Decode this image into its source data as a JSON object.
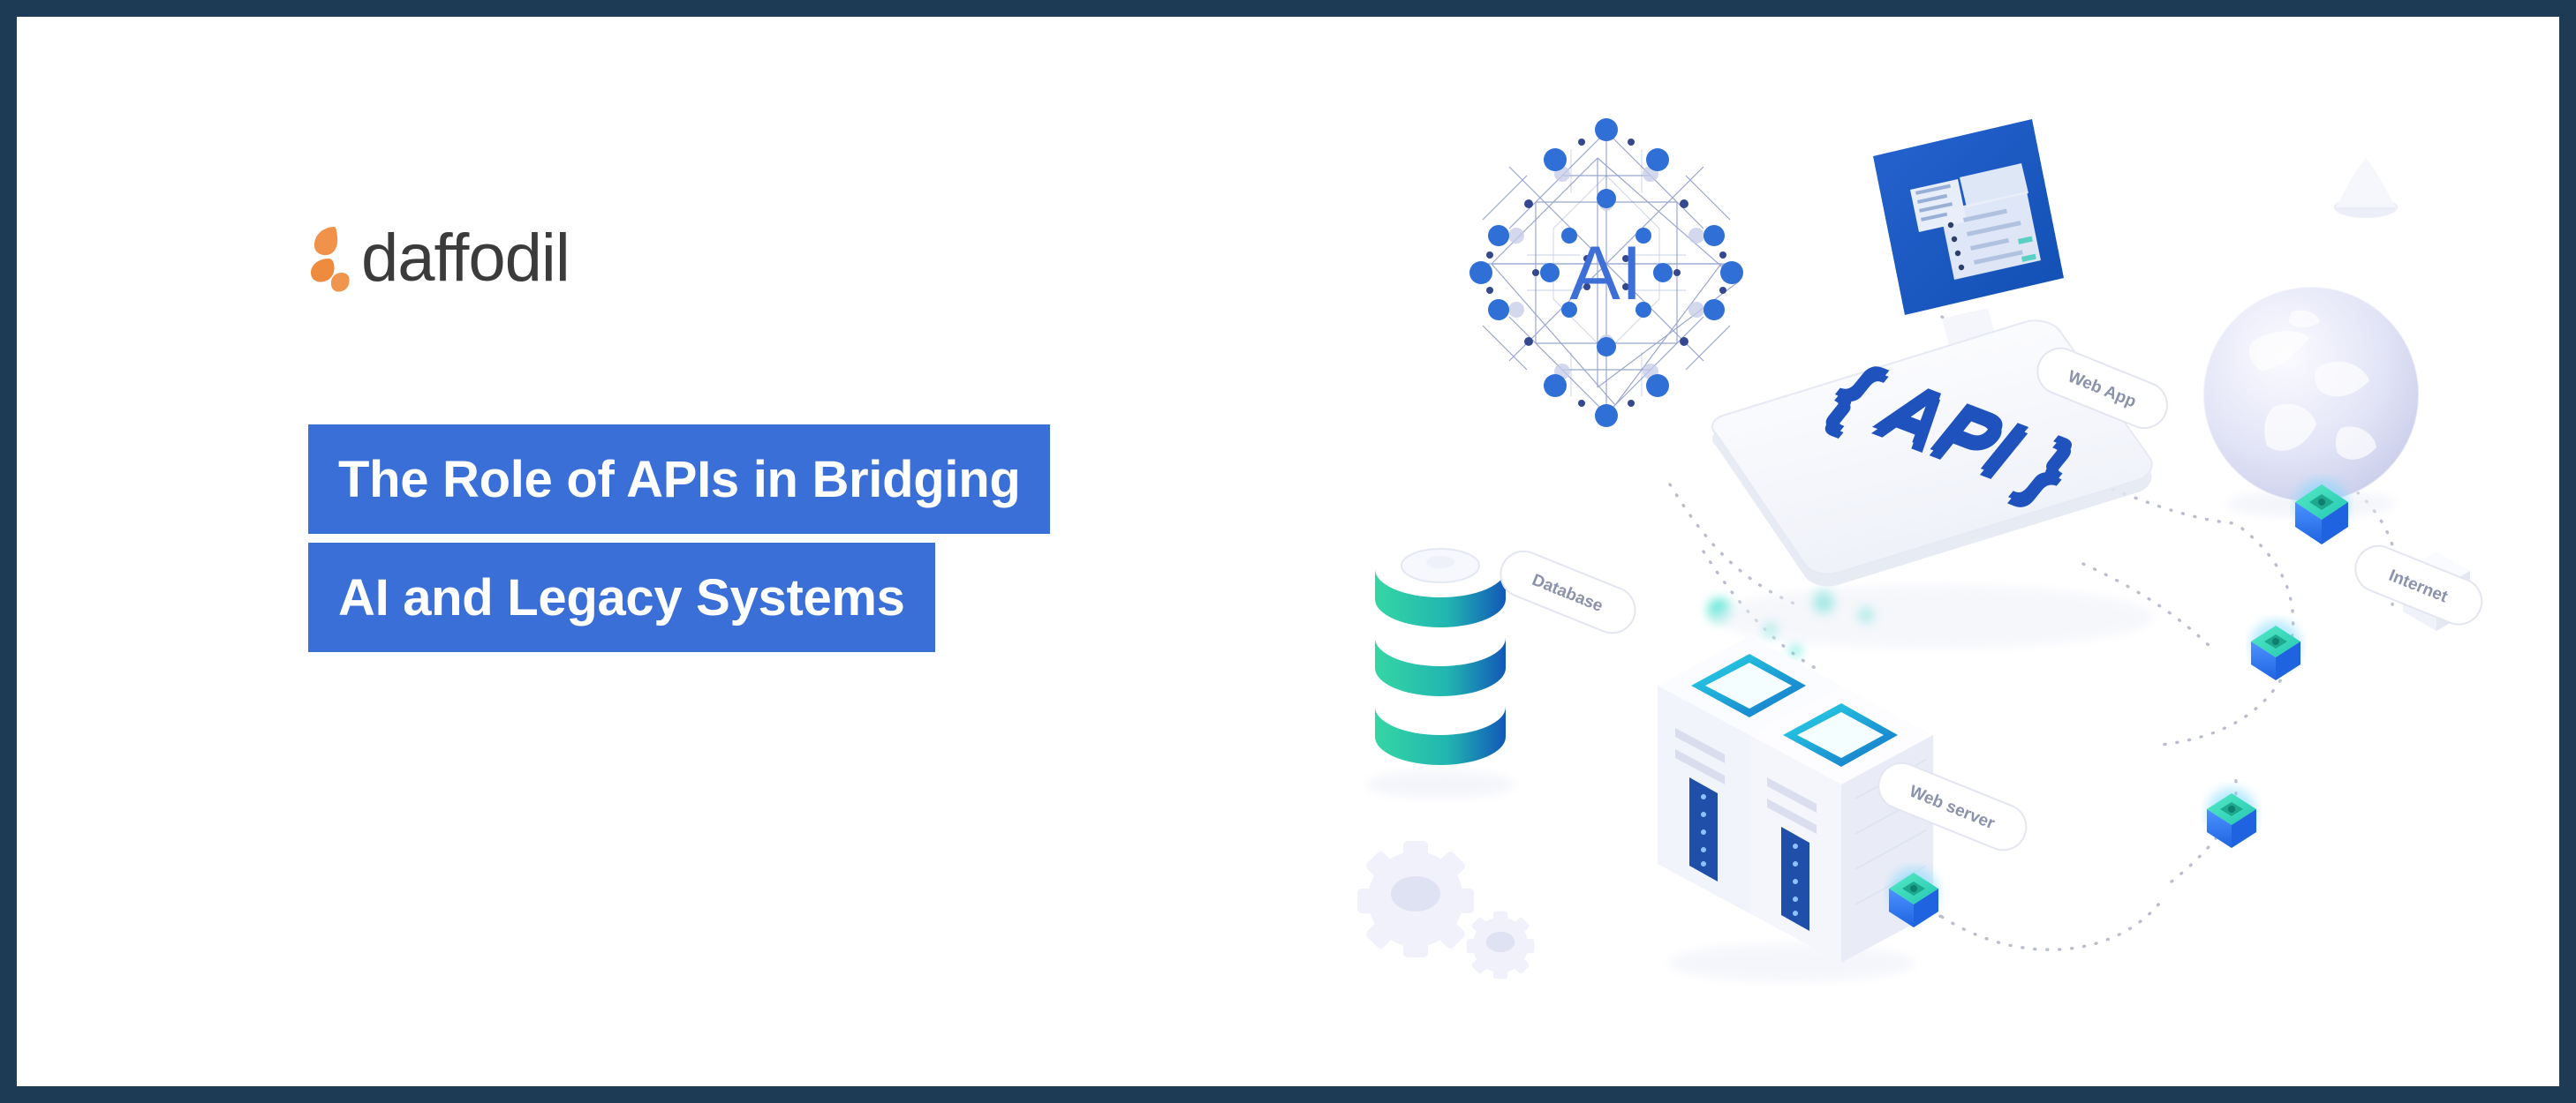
{
  "page": {
    "frame_color": "#1d3b55",
    "canvas_color": "#ffffff"
  },
  "brand": {
    "name": "daffodil",
    "mark_name": "daffodil-petals-logo",
    "mark_color": "#ee8844",
    "word_color": "#3b3b3b"
  },
  "headline": {
    "highlight_color": "#3a6fd8",
    "text_color": "#ffffff",
    "lines": [
      "The Role of APIs in Bridging",
      "AI and Legacy Systems"
    ]
  },
  "illustration": {
    "name": "api-ai-legacy-isometric-diagram",
    "ai_node_label": "AI",
    "api_card_label": "{ API }",
    "ai_label_color": "#3d6fd6",
    "api_label_color": "#1f52bd",
    "pills": [
      {
        "label": "Database",
        "name": "pill-database"
      },
      {
        "label": "Web App",
        "name": "pill-web-app"
      },
      {
        "label": "Web server",
        "name": "pill-web-server"
      },
      {
        "label": "Internet",
        "name": "pill-internet"
      }
    ],
    "objects": [
      {
        "name": "ai-neural-network"
      },
      {
        "name": "desktop-monitor"
      },
      {
        "name": "database-cylinder"
      },
      {
        "name": "server-rack"
      },
      {
        "name": "globe"
      },
      {
        "name": "api-card"
      },
      {
        "name": "data-node-cube"
      },
      {
        "name": "gear"
      }
    ],
    "accent_colors": {
      "monitor_screen": "#1c5ac4",
      "database_teal": "#2fcfa6",
      "database_blue": "#1565c0",
      "node_cube_top": "#3ddbb6",
      "node_cube_body": "#2f7bf6",
      "globe": "#dcdff5",
      "dotted_line": "#b9bece"
    }
  }
}
